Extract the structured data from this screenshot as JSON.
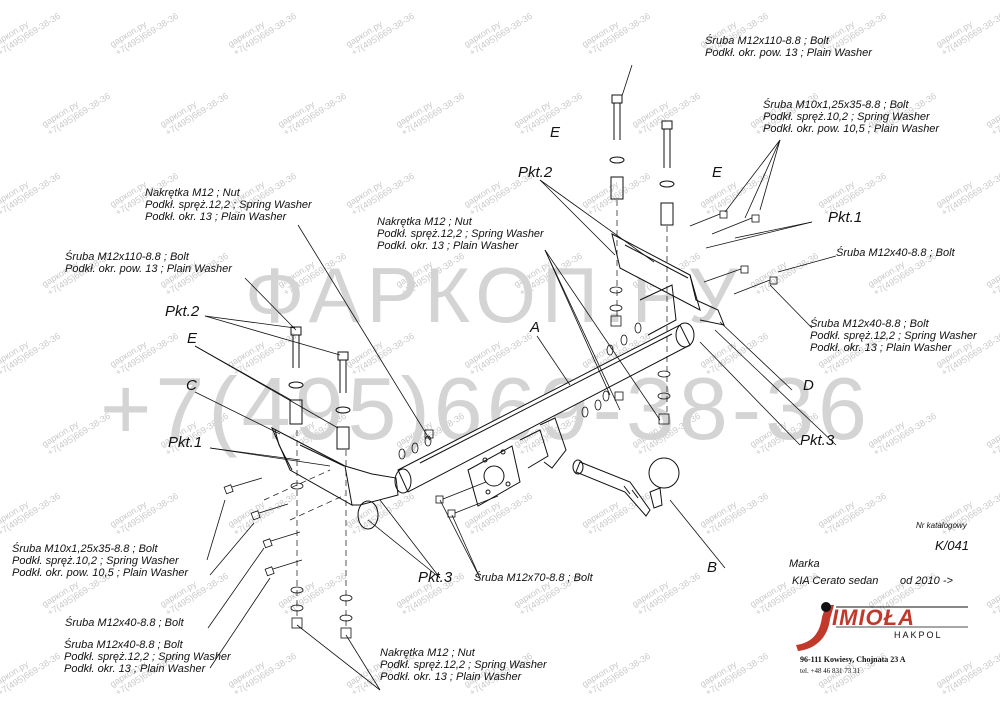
{
  "watermark": {
    "small": [
      "gapкon.py",
      "+7(495)669-38-36"
    ],
    "big_brand": "ФАРКОП.РУ",
    "big_phone": "+7(495)669-38-36"
  },
  "labels": {
    "top_bolt": [
      "Śruba M12x110-8.8 ;  Bolt",
      "Podkł. okr. pow. 13 ; Plain Washer"
    ],
    "right_bolt_m10": [
      "Śruba M10x1,25x35-8.8 ;  Bolt",
      "Podkł. spręż.10,2 ; Spring Washer",
      "Podkł. okr. pow. 10,5 ; Plain Washer"
    ],
    "left_nut": [
      "Nakrętka  M12 ; Nut",
      "Podkł. spręż.12,2 ; Spring Washer",
      "Podkł. okr. 13 ; Plain Washer"
    ],
    "center_nut": [
      "Nakrętka  M12 ; Nut",
      "Podkł. spręż.12,2 ; Spring Washer",
      "Podkł. okr. 13 ; Plain Washer"
    ],
    "left_bolt": [
      "Śruba M12x110-8.8 ;  Bolt",
      "Podkł. okr. pow. 13 ; Plain Washer"
    ],
    "right_bolt_m12x40": [
      "Śruba M12x40-8.8 ;  Bolt"
    ],
    "right_bolt_m12x40_set": [
      "Śruba M12x40-8.8 ;  Bolt",
      "Podkł. spręż.12,2 ; Spring Washer",
      "Podkł. okr. 13 ; Plain Washer"
    ],
    "left_m10_set": [
      "Śruba M10x1,25x35-8.8 ;  Bolt",
      "Podkł. spręż.10,2 ; Spring Washer",
      "Podkł. okr. pow. 10,5 ; Plain Washer"
    ],
    "left_m12x40": [
      "Śruba M12x40-8.8 ;  Bolt"
    ],
    "left_m12x40_set": [
      "Śruba M12x40-8.8 ;  Bolt",
      "Podkł. spręż.12,2 ; Spring Washer",
      "Podkł. okr. 13 ; Plain Washer"
    ],
    "bottom_nut": [
      "Nakrętka  M12 ; Nut",
      "Podkł. spręż.12,2 ; Spring Washer",
      "Podkł. okr. 13 ; Plain Washer"
    ],
    "bolt_m12x70": "Śruba M12x70-8.8 ;  Bolt"
  },
  "part_letters": {
    "A": "A",
    "B": "B",
    "C": "C",
    "D": "D",
    "E": "E"
  },
  "points": {
    "pkt1": "Pkt.1",
    "pkt2": "Pkt.2",
    "pkt3": "Pkt.3"
  },
  "info": {
    "catalog_label": "Nr katalogowy",
    "catalog_number": "K/041",
    "marka_label": "Marka",
    "model": "KIA Cerato sedan",
    "year": "od 2010 ->"
  },
  "brand": {
    "logo_text": "IMIOŁA",
    "sub": "HAKPOL",
    "address": "96-111 Kowiesy, Chojnata 23 A",
    "tel": "tel. +48 46 831 73 31",
    "color": "#c0392b"
  }
}
